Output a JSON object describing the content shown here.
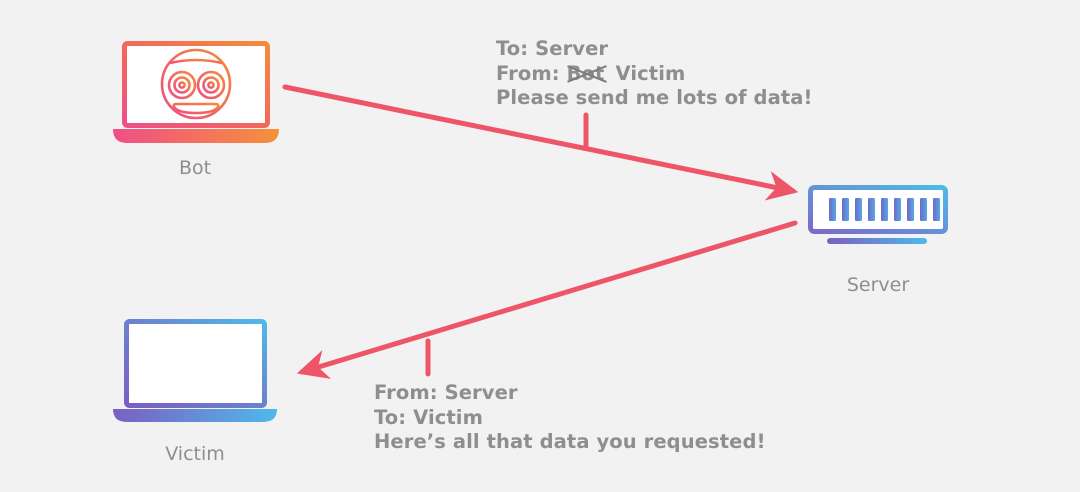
{
  "diagram": {
    "title": "DDoS reflection / amplification attack flow",
    "background_color": "#f2f2f2",
    "arrow_color": "#ee5566",
    "text_color": "#8e8e8e"
  },
  "devices": {
    "bot": {
      "label": "Bot",
      "icon": "laptop-robot-icon",
      "gradient_from": "#f0547c",
      "gradient_to": "#f5873f"
    },
    "server": {
      "label": "Server",
      "icon": "server-icon",
      "gradient_from": "#7b6fc4",
      "gradient_to": "#4fb8e8",
      "bar_count": 9
    },
    "victim": {
      "label": "Victim",
      "icon": "laptop-icon",
      "gradient_from": "#7b62c0",
      "gradient_to": "#4fb8e8"
    }
  },
  "messages": {
    "request": {
      "name": "bot-to-server-request",
      "line1": "To: Server",
      "line2_prefix": "From: ",
      "line2_struck": "Bot",
      "line2_suffix": "Victim",
      "line3": "Please send me lots of data!"
    },
    "response": {
      "name": "server-to-victim-response",
      "line1": "From: Server",
      "line2": "To: Victim",
      "line3": "Here’s all that data you requested!"
    }
  },
  "arrows": [
    {
      "name": "arrow-bot-to-server",
      "from": "Bot",
      "to": "Server",
      "direction": "right",
      "color": "#ee5566"
    },
    {
      "name": "arrow-server-to-victim",
      "from": "Server",
      "to": "Victim",
      "direction": "left",
      "color": "#ee5566"
    }
  ]
}
